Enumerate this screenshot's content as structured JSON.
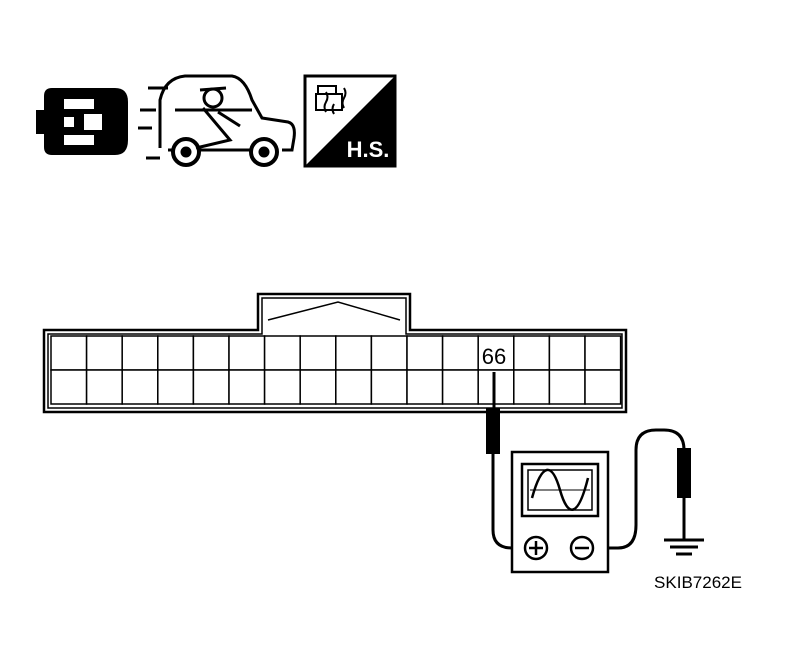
{
  "icons": {
    "engine": "connector-plug-icon",
    "driving": "vehicle-driving-icon",
    "hot_soak": "hot-soak-icon",
    "hot_soak_label": "H.S."
  },
  "connector": {
    "terminal_label": "66"
  },
  "meter": {
    "type": "oscilloscope-icon",
    "positive": "positive-terminal-icon",
    "negative": "negative-terminal-icon",
    "ground": "ground-symbol-icon"
  },
  "figure_id": "SKIB7262E"
}
